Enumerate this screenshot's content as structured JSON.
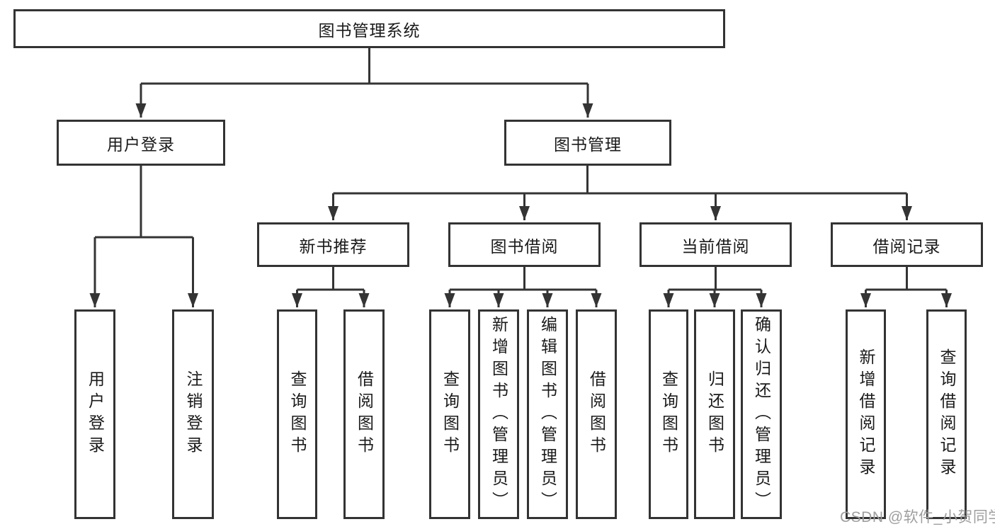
{
  "diagram": {
    "root": {
      "label": "图书管理系统"
    },
    "branches": [
      {
        "label": "用户登录",
        "children": [
          {
            "label": "用户登录"
          },
          {
            "label": "注销登录"
          }
        ]
      },
      {
        "label": "图书管理",
        "children": [
          {
            "label": "新书推荐",
            "children": [
              {
                "label": "查询图书"
              },
              {
                "label": "借阅图书"
              }
            ]
          },
          {
            "label": "图书借阅",
            "children": [
              {
                "label": "查询图书"
              },
              {
                "label": "新增图书（管理员）"
              },
              {
                "label": "编辑图书（管理员）"
              },
              {
                "label": "借阅图书"
              }
            ]
          },
          {
            "label": "当前借阅",
            "children": [
              {
                "label": "查询图书"
              },
              {
                "label": "归还图书"
              },
              {
                "label": "确认归还（管理员）"
              }
            ]
          },
          {
            "label": "借阅记录",
            "children": [
              {
                "label": "新增借阅记录"
              },
              {
                "label": "查询借阅记录"
              }
            ]
          }
        ]
      }
    ],
    "watermark": "CSDN @软件_小贺同学",
    "colors": {
      "line": "#343434",
      "box_border": "#333333",
      "box_fill": "#ffffff",
      "text": "#1a1a1a",
      "watermark": "#9e9e9e"
    }
  }
}
